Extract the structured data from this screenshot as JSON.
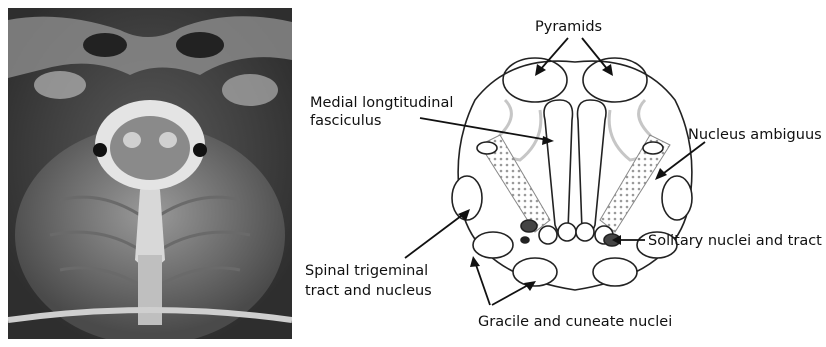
{
  "panels": {
    "mri": {
      "description_icon": "mri-axial-medulla-photo"
    },
    "diagram": {
      "labels": {
        "pyramids": "Pyramids",
        "mlf_line1": "Medial longtitudinal",
        "mlf_line2": "fasciculus",
        "nucleus_ambiguus": "Nucleus ambiguus",
        "solitary": "Solitary nuclei and tract",
        "spinal_line1": "Spinal trigeminal",
        "spinal_line2": "tract and nucleus",
        "gracile": "Gracile and cuneate nuclei"
      }
    }
  }
}
